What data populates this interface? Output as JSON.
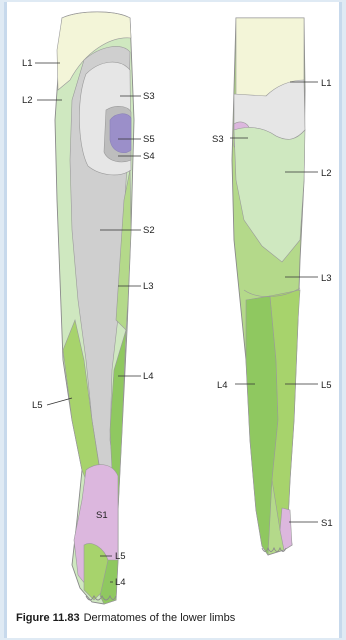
{
  "figure": {
    "caption_number": "Figure 11.83",
    "caption_text": "Dermatomes of the lower limbs"
  },
  "left_leg_labels": {
    "l1": "L1",
    "l2": "L2",
    "s3": "S3",
    "s5": "S5",
    "s4": "S4",
    "s2": "S2",
    "l3": "L3",
    "l4": "L4",
    "l5": "L5",
    "s1": "S1",
    "l5_foot": "L5",
    "l4_foot": "L4"
  },
  "right_leg_labels": {
    "l1": "L1",
    "s3": "S3",
    "l2": "L2",
    "l3": "L3",
    "l4": "L4",
    "l5": "L5",
    "s1": "S1"
  },
  "colors": {
    "l1": "#f3f5d8",
    "l2": "#cfe8c0",
    "l3": "#b4d98a",
    "l4": "#8fc860",
    "l5": "#a7d36c",
    "s1": "#dcb7de",
    "s2": "#cfcfcf",
    "s3": "#e6e6e6",
    "s4": "#bdbdbd",
    "s5": "#9b8fc9"
  }
}
